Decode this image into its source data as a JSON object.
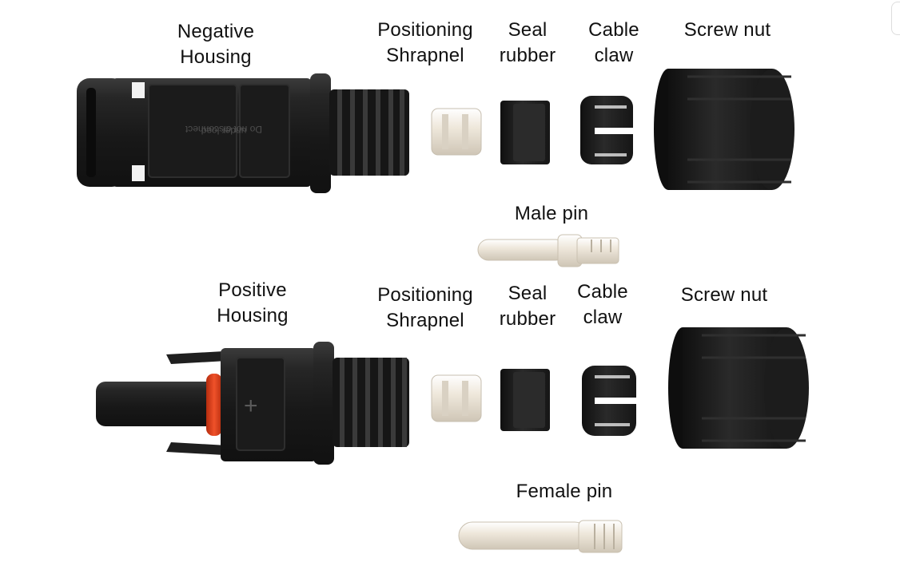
{
  "labels": {
    "negative_housing": [
      "Negative",
      "Housing"
    ],
    "positive_housing": [
      "Positive",
      "Housing"
    ],
    "positioning_shrapnel": [
      "Positioning",
      "Shrapnel"
    ],
    "seal_rubber": [
      "Seal",
      "rubber"
    ],
    "cable_claw": [
      "Cable",
      "claw"
    ],
    "screw_nut": "Screw nut",
    "male_pin": "Male pin",
    "female_pin": "Female pin"
  },
  "housing_engraving": [
    "Do not disconnect",
    "under load"
  ],
  "colors": {
    "plastic": "#1e1e1e",
    "plastic_highlight": "#3a3a3a",
    "metal_pin": "#ede6d9",
    "o_ring": "#e3421b"
  },
  "icons": [
    "negative-housing",
    "positive-housing",
    "positioning-shrapnel",
    "seal-rubber",
    "cable-claw",
    "screw-nut",
    "male-pin",
    "female-pin"
  ]
}
